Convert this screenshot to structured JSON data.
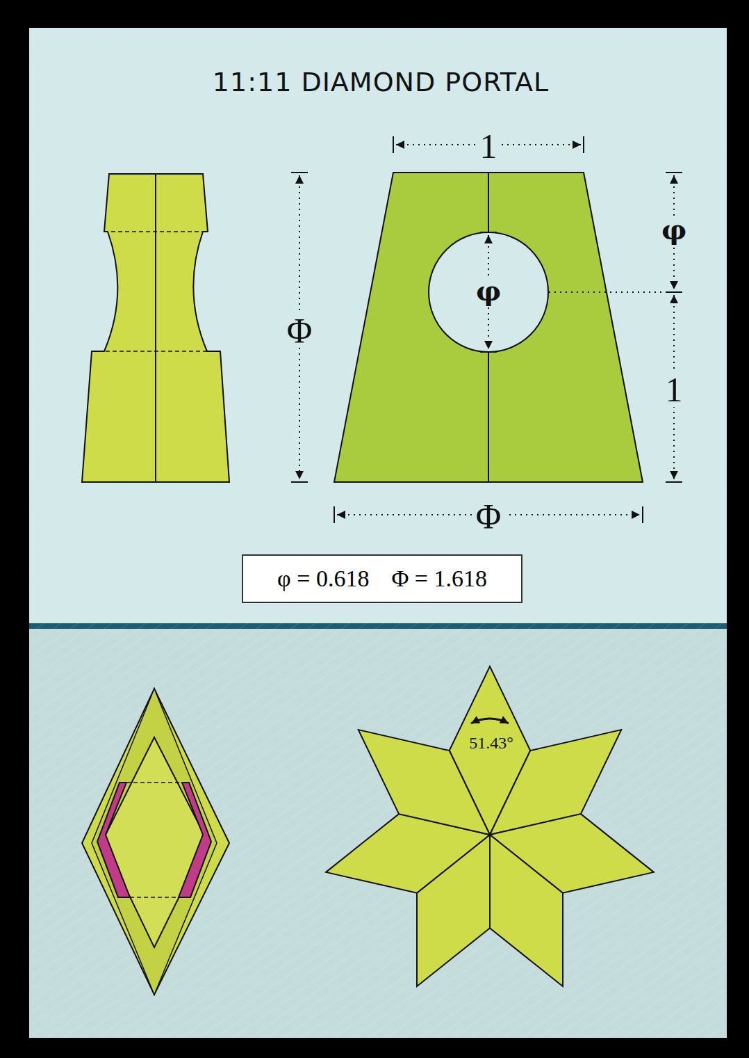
{
  "diagram": {
    "title": "11:11 DIAMOND PORTAL",
    "nodes": [
      {
        "text": [
          "φ = 0.618",
          "Φ = 1.618"
        ]
      }
    ],
    "labels": [
      "1",
      "Φ",
      "φ",
      "φ",
      "1",
      "Φ",
      "51.43°"
    ]
  }
}
